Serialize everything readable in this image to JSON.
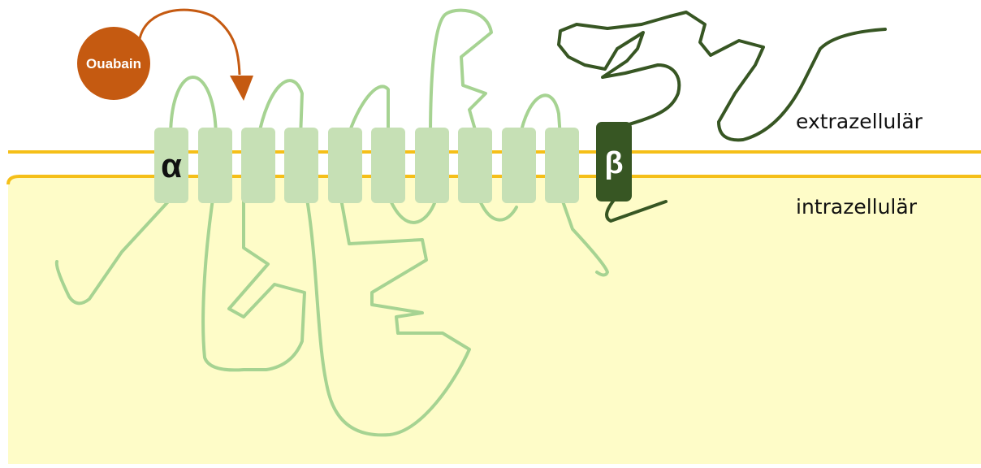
{
  "labels": {
    "extracellular": "extrazellulär",
    "intracellular": "intrazellulär",
    "alpha": "α",
    "beta": "β",
    "ligand": "Ouabain"
  },
  "colors": {
    "cytoplasm": "#fefcc8",
    "membrane_line": "#f5bf18",
    "alpha_helix": "#c6e0b5",
    "alpha_chain": "#a6d392",
    "beta_subunit": "#375623",
    "ouabain": "#c55a11",
    "text": "#111111"
  },
  "alpha_subunit": {
    "transmembrane_segments": 10
  },
  "beta_subunit": {
    "transmembrane_segments": 1
  }
}
